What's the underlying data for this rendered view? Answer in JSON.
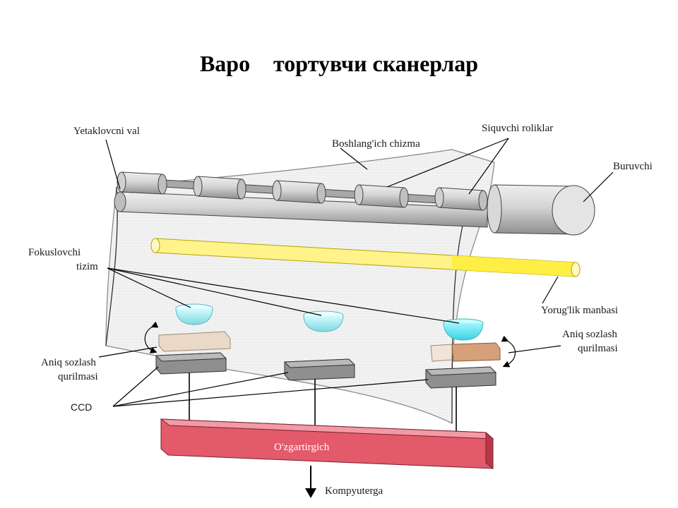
{
  "title": "Варо\u0000 тортувчи сканерлар",
  "labels": {
    "lead_roller": "Yetaklovcni val",
    "source_drawing": "Boshlang'ich chizma",
    "pressure_rollers": "Siquvchi roliklar",
    "winder": "Buruvchi",
    "focusing_system_1": "Fokuslovchi",
    "focusing_system_2": "tizim",
    "light_source": "Yorug'lik manbasi",
    "adjust_left_1": "Aniq sozlash",
    "adjust_left_2": "qurilmasi",
    "adjust_right_1": "Aniq sozlash",
    "adjust_right_2": "qurilmasi",
    "ccd": "CCD",
    "converter": "O'zgartirgich",
    "to_computer": "Kompyuterga"
  },
  "colors": {
    "roller": "#c8c8c8",
    "light_tube": "#fff270",
    "lens": "#9ae8ee",
    "ccd_block": "#8e8e8e",
    "adjust_block": "#e6d2bd",
    "converter": "#e0586a"
  }
}
